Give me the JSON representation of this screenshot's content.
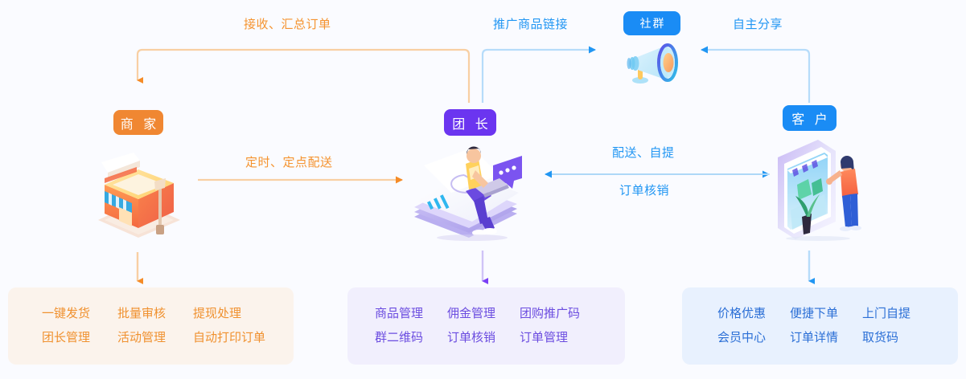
{
  "theme": {
    "background": "#fafbff",
    "orange": "#f5932f",
    "orange_badge": "#f08732",
    "orange_line": "#f8cfa3",
    "orange_arrow": "#f58b27",
    "purple_badge": "#6b35f0",
    "purple_line": "#cfc3f7",
    "purple_arrow": "#7b3ff5",
    "blue": "#2196f3",
    "blue_badge": "#1a8cf5",
    "blue_line": "#b6dcfa",
    "blue_arrow": "#2196f3",
    "panel_merchant_bg": "#fbf3ec",
    "panel_leader_bg": "#f1effd",
    "panel_customer_bg": "#e8f1fe"
  },
  "nodes": {
    "merchant": {
      "label": "商 家",
      "illustration": "storefront-illustration"
    },
    "leader": {
      "label": "团 长",
      "illustration": "person-with-laptop-illustration"
    },
    "customer": {
      "label": "客 户",
      "illustration": "person-shopping-phone-illustration"
    },
    "community": {
      "label": "社群",
      "illustration": "megaphone-icon"
    }
  },
  "edges": {
    "collect_orders": {
      "label": "接收、汇总订单",
      "color": "orange",
      "from": "leader",
      "to": "merchant"
    },
    "scheduled_delivery": {
      "label": "定时、定点配送",
      "color": "orange",
      "from": "merchant",
      "to": "leader"
    },
    "promote_link": {
      "label": "推广商品链接",
      "color": "blue",
      "from": "leader",
      "to": "community"
    },
    "self_share": {
      "label": "自主分享",
      "color": "blue",
      "from": "customer",
      "to": "community"
    },
    "delivery_pickup": {
      "label": "配送、自提",
      "color": "blue",
      "from": "leader",
      "to": "customer"
    },
    "order_verify": {
      "label": "订单核销",
      "color": "blue",
      "from": "customer",
      "to": "leader"
    }
  },
  "panels": {
    "merchant": {
      "rows": [
        [
          "一键发货",
          "批量审核",
          "提现处理"
        ],
        [
          "团长管理",
          "活动管理",
          "自动打印订单"
        ]
      ]
    },
    "leader": {
      "rows": [
        [
          "商品管理",
          "佣金管理",
          "团购推广码"
        ],
        [
          "群二维码",
          "订单核销",
          "订单管理"
        ]
      ]
    },
    "customer": {
      "rows": [
        [
          "价格优惠",
          "便捷下单",
          "上门自提"
        ],
        [
          "会员中心",
          "订单详情",
          "取货码"
        ]
      ]
    }
  }
}
